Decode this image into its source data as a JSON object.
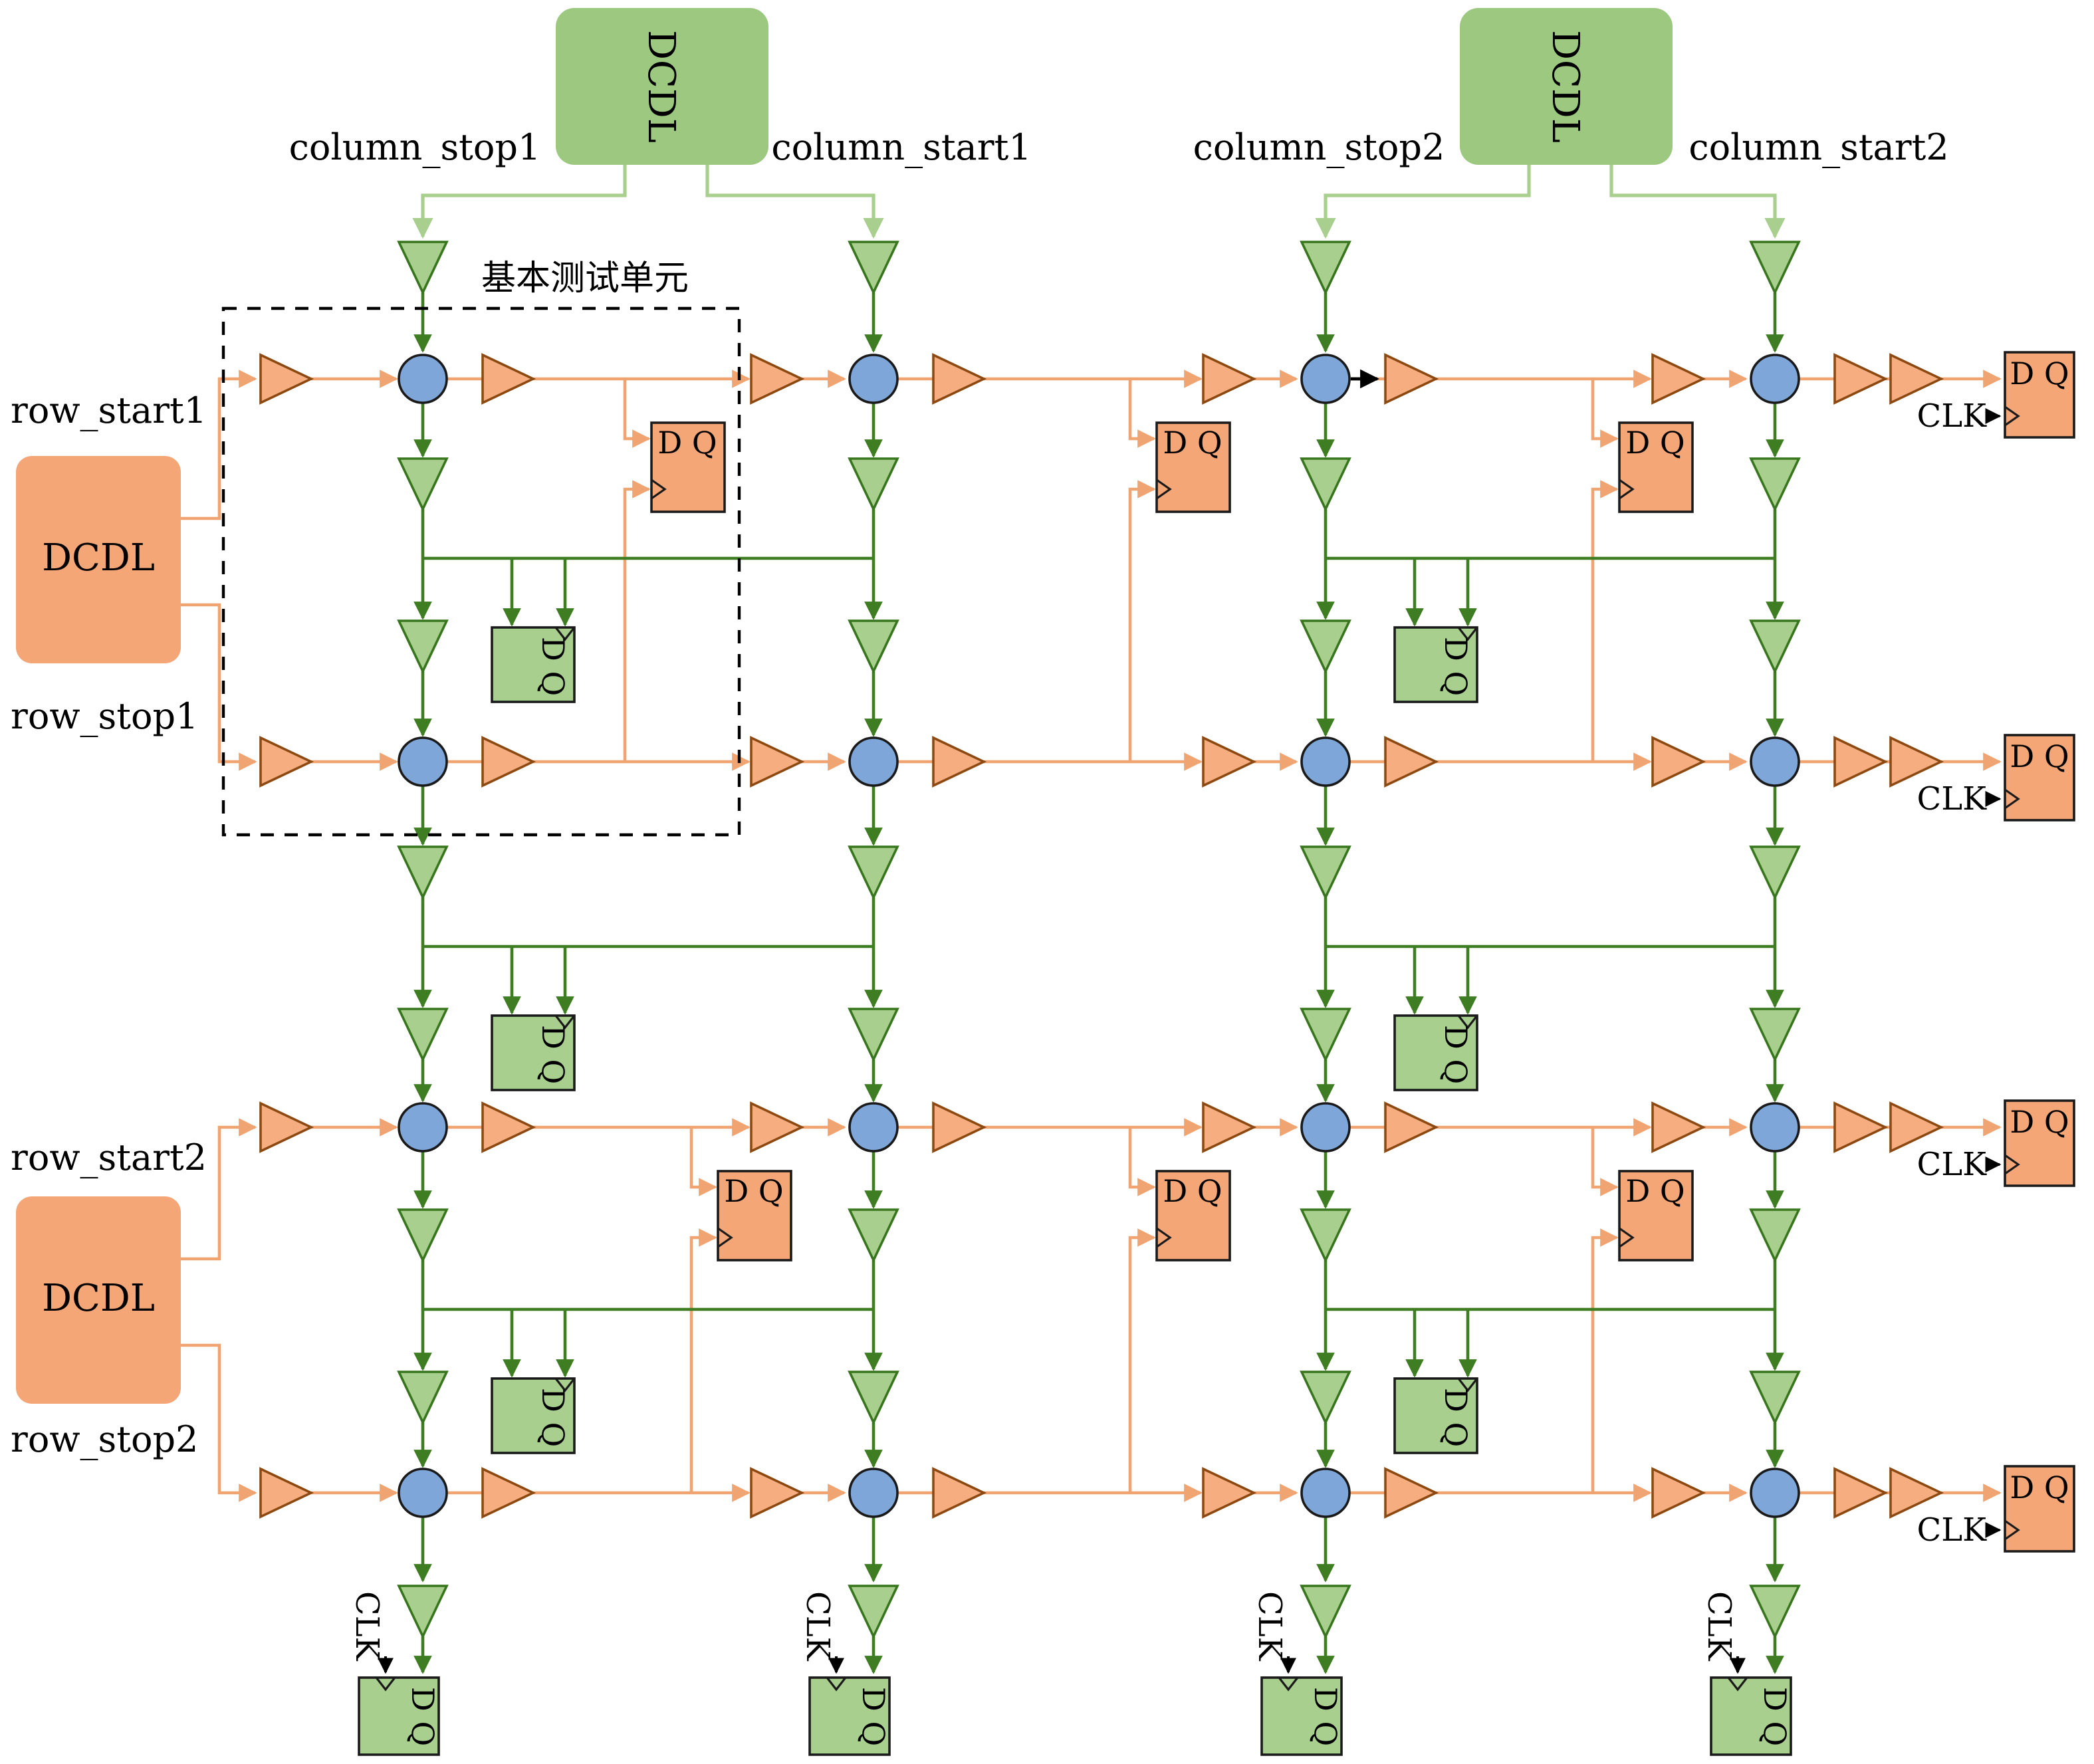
{
  "diagram": {
    "background": "#ffffff",
    "unit_box_label": "基本测试单元",
    "dcdl_label": "DCDL",
    "ff_label": "D Q",
    "clk_label": "CLK",
    "column_labels": [
      "column_stop1",
      "column_start1",
      "column_stop2",
      "column_start2"
    ],
    "row_labels": [
      "row_start1",
      "row_stop1",
      "row_start2",
      "row_stop2"
    ],
    "colors": {
      "wire_orange": "#f0a471",
      "wire_green": "#3f7d22",
      "wire_light_green": "#a9cf8e",
      "buffer_orange_fill": "#f6ae80",
      "buffer_orange_stroke": "#8c4a12",
      "buffer_green_fill": "#a9cf8e",
      "buffer_green_stroke": "#38761d",
      "arbiter_blue_fill": "#7ea6d9",
      "dcdl_green_fill": "#9dc87f",
      "dcdl_orange_fill": "#f4a676",
      "ff_orange_fill": "#f4a676",
      "ff_green_fill": "#a9cf8e",
      "outline": "#1a1a1a",
      "black": "#000000"
    }
  }
}
